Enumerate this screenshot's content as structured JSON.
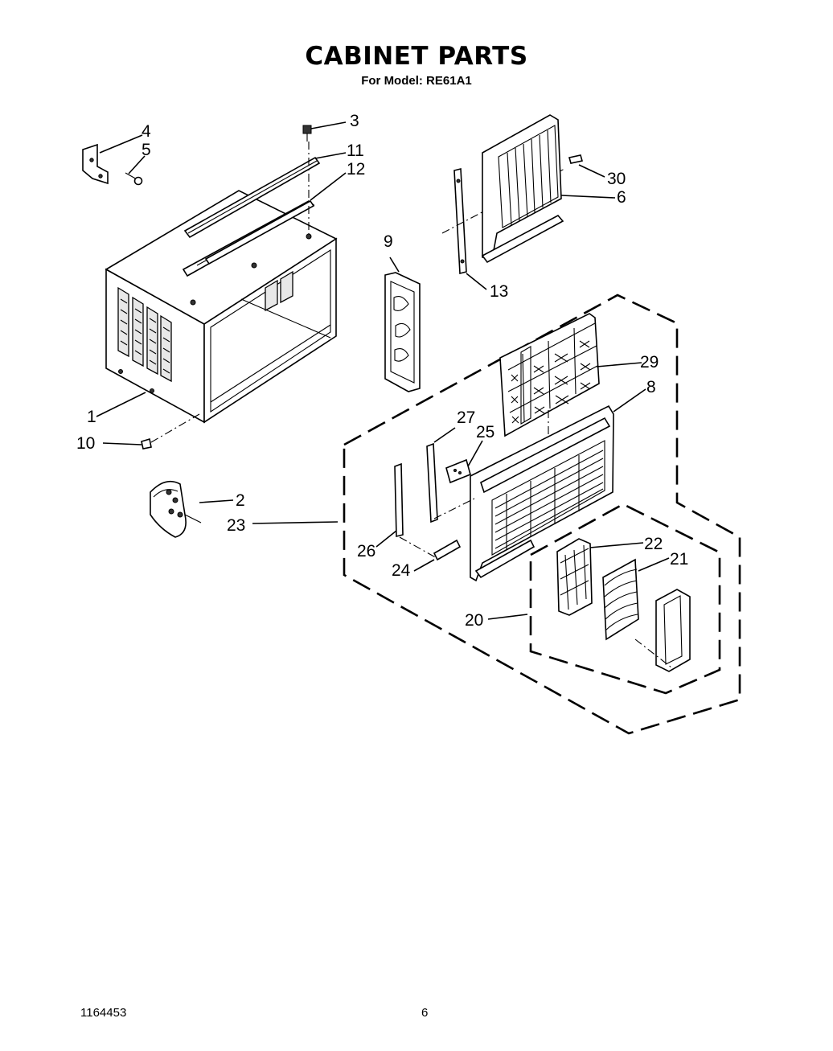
{
  "title": "CABINET PARTS",
  "subtitle": "For Model: RE61A1",
  "footer": {
    "doc_number": "1164453",
    "page_number": "6"
  },
  "callouts": {
    "c1": "1",
    "c2": "2",
    "c3": "3",
    "c4": "4",
    "c5": "5",
    "c6": "6",
    "c8": "8",
    "c9": "9",
    "c10": "10",
    "c11": "11",
    "c12": "12",
    "c13": "13",
    "c20": "20",
    "c21": "21",
    "c22": "22",
    "c23": "23",
    "c24": "24",
    "c25": "25",
    "c26": "26",
    "c27": "27",
    "c29": "29",
    "c30": "30"
  }
}
